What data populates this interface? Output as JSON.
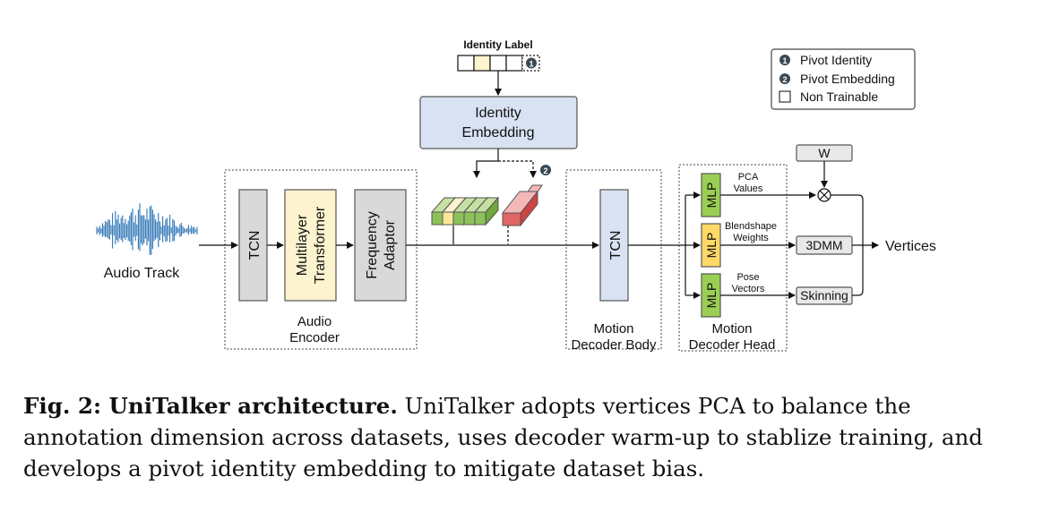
{
  "diagram": {
    "identity_label": "Identity Label",
    "identity_embedding": [
      "Identity",
      "Embedding"
    ],
    "audio_track": "Audio Track",
    "tcn": "TCN",
    "multilayer_transformer": [
      "Multilayer",
      "Transformer"
    ],
    "frequency_adaptor": [
      "Frequency",
      "Adaptor"
    ],
    "audio_encoder": [
      "Audio",
      "Encoder"
    ],
    "motion_decoder_body": [
      "Motion",
      "Decoder Body"
    ],
    "motion_decoder_head": [
      "Motion",
      "Decoder Head"
    ],
    "mlp": "MLP",
    "pca_values": [
      "PCA",
      "Values"
    ],
    "blendshape_weights": [
      "Blendshape",
      "Weights"
    ],
    "pose_vectors": [
      "Pose",
      "Vectors"
    ],
    "w_box": "W",
    "threedmm": "3DMM",
    "skinning": "Skinning",
    "vertices": "Vertices",
    "badge_1": "1",
    "badge_2": "2",
    "legend": {
      "pivot_identity": "Pivot Identity",
      "pivot_embedding": "Pivot Embedding",
      "non_trainable": "Non Trainable"
    },
    "colors": {
      "embedding_blue": "#d9e2f3",
      "tcn_gray": "#d9d9d9",
      "transformer_yellow": "#fdf3cf",
      "mlp_green": "#9bcf53",
      "mlp_yellow": "#ffd966",
      "waveform_blue": "#2e75b6",
      "pivot_red": "#e06666"
    }
  },
  "caption": {
    "label": "Fig. 2: UniTalker architecture.",
    "text": " UniTalker adopts vertices PCA to balance the annotation dimension across datasets, uses decoder warm-up to stablize training, and develops a pivot identity embedding to mitigate dataset bias."
  }
}
